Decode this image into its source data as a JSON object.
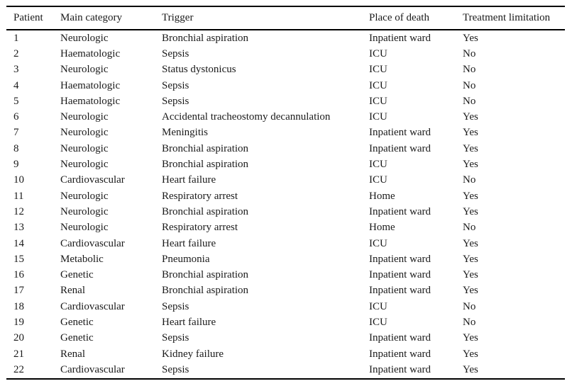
{
  "table": {
    "columns": [
      "Patient",
      "Main category",
      "Trigger",
      "Place of death",
      "Treatment limitation"
    ],
    "rows": [
      [
        "1",
        "Neurologic",
        "Bronchial aspiration",
        "Inpatient ward",
        "Yes"
      ],
      [
        "2",
        "Haematologic",
        "Sepsis",
        "ICU",
        "No"
      ],
      [
        "3",
        "Neurologic",
        "Status dystonicus",
        "ICU",
        "No"
      ],
      [
        "4",
        "Haematologic",
        "Sepsis",
        "ICU",
        "No"
      ],
      [
        "5",
        "Haematologic",
        "Sepsis",
        "ICU",
        "No"
      ],
      [
        "6",
        "Neurologic",
        "Accidental tracheostomy decannulation",
        "ICU",
        "Yes"
      ],
      [
        "7",
        "Neurologic",
        "Meningitis",
        "Inpatient ward",
        "Yes"
      ],
      [
        "8",
        "Neurologic",
        "Bronchial aspiration",
        "Inpatient ward",
        "Yes"
      ],
      [
        "9",
        "Neurologic",
        "Bronchial aspiration",
        "ICU",
        "Yes"
      ],
      [
        "10",
        "Cardiovascular",
        "Heart failure",
        "ICU",
        "No"
      ],
      [
        "11",
        "Neurologic",
        "Respiratory arrest",
        "Home",
        "Yes"
      ],
      [
        "12",
        "Neurologic",
        "Bronchial aspiration",
        "Inpatient ward",
        "Yes"
      ],
      [
        "13",
        "Neurologic",
        "Respiratory arrest",
        "Home",
        "No"
      ],
      [
        "14",
        "Cardiovascular",
        "Heart failure",
        "ICU",
        "Yes"
      ],
      [
        "15",
        "Metabolic",
        "Pneumonia",
        "Inpatient ward",
        "Yes"
      ],
      [
        "16",
        "Genetic",
        "Bronchial aspiration",
        "Inpatient ward",
        "Yes"
      ],
      [
        "17",
        "Renal",
        "Bronchial aspiration",
        "Inpatient ward",
        "Yes"
      ],
      [
        "18",
        "Cardiovascular",
        "Sepsis",
        "ICU",
        "No"
      ],
      [
        "19",
        "Genetic",
        "Heart failure",
        "ICU",
        "No"
      ],
      [
        "20",
        "Genetic",
        "Sepsis",
        "Inpatient ward",
        "Yes"
      ],
      [
        "21",
        "Renal",
        "Kidney failure",
        "Inpatient ward",
        "Yes"
      ],
      [
        "22",
        "Cardiovascular",
        "Sepsis",
        "Inpatient ward",
        "Yes"
      ]
    ],
    "colors": {
      "text": "#1a1a1a",
      "rule": "#000000",
      "background": "#ffffff"
    }
  }
}
